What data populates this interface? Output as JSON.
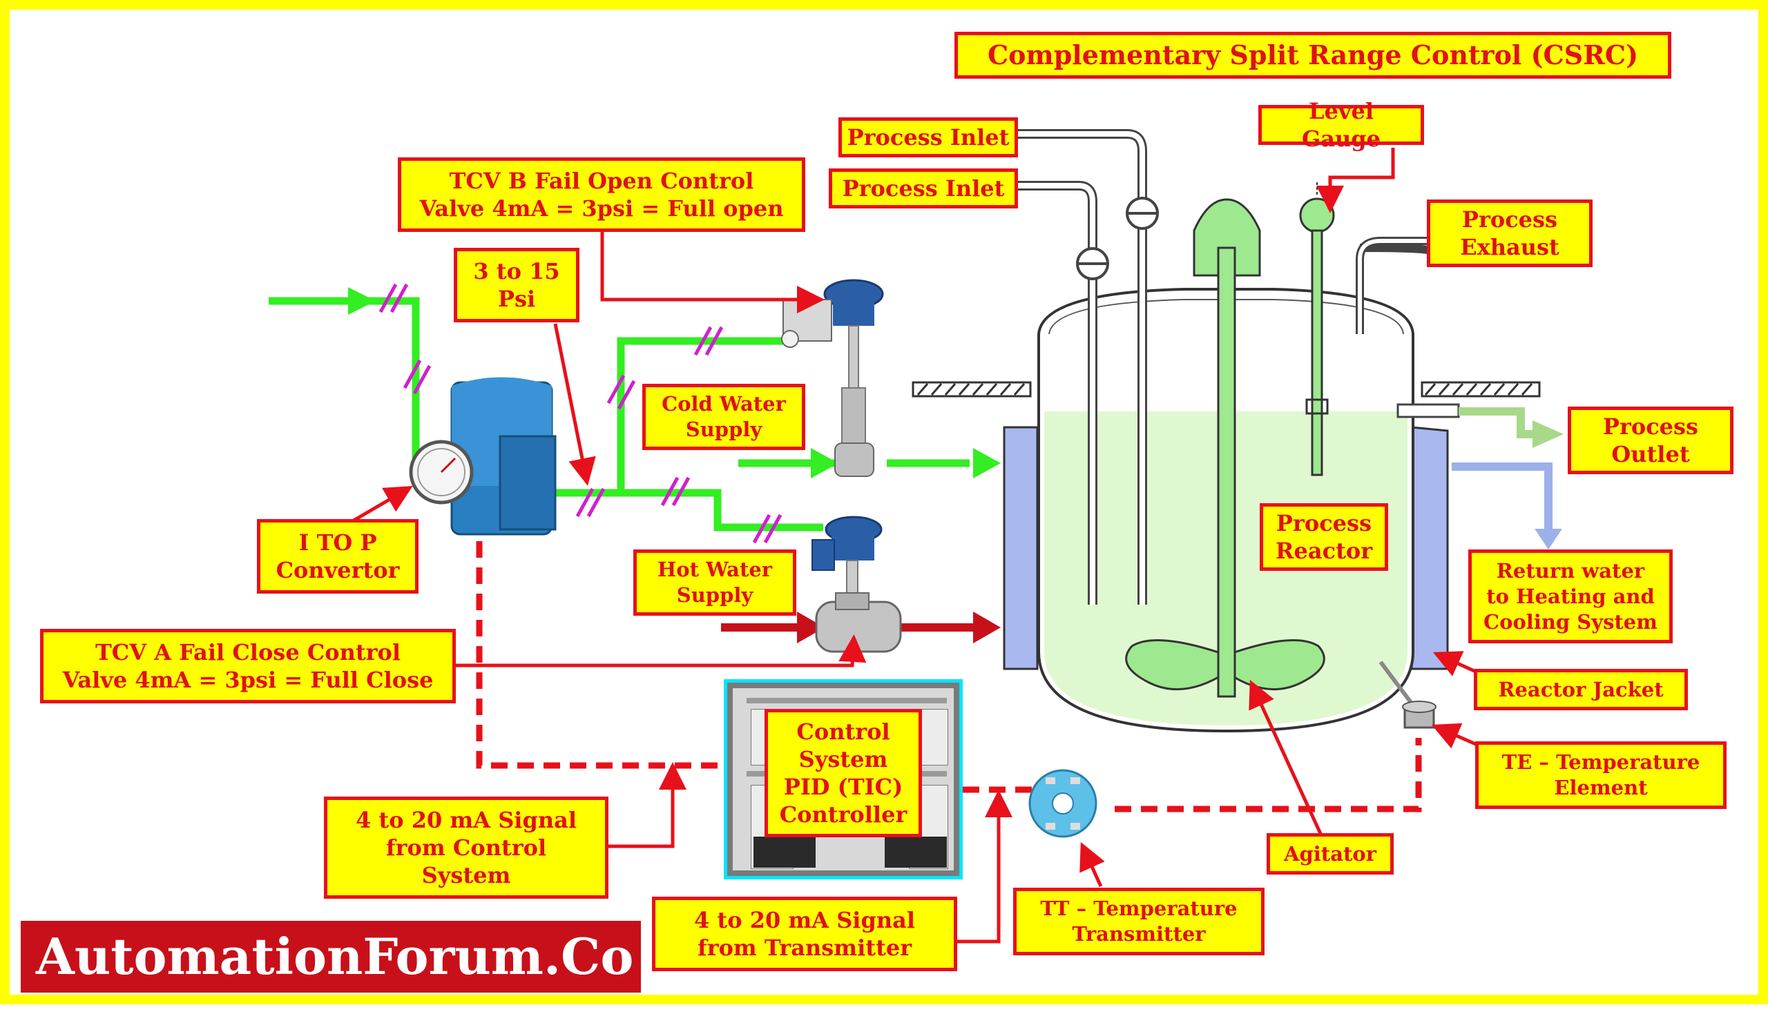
{
  "title": "Complementary Split Range Control (CSRC)",
  "labels": {
    "process_inlet_1": "Process Inlet",
    "process_inlet_2": "Process Inlet",
    "level_gauge": "Level Gauge",
    "process_exhaust": "Process\nExhaust",
    "tcv_b": "TCV B  Fail Open Control\nValve 4mA = 3psi = Full open",
    "psi_range": "3 to 15\nPsi",
    "cold_water": "Cold Water\nSupply",
    "hot_water": "Hot Water\nSupply",
    "process_outlet": "Process\nOutlet",
    "process_reactor": "Process\nReactor",
    "return_water": "Return water\nto Heating and\nCooling System",
    "reactor_jacket": "Reactor Jacket",
    "te": "TE – Temperature\nElement",
    "i_to_p": "I TO P\nConvertor",
    "tcv_a": "TCV A Fail Close Control\nValve 4mA = 3psi = Full Close",
    "control_system": "Control\nSystem\nPID (TIC)\nController",
    "signal_control": "4 to 20 mA Signal\nfrom Control\nSystem",
    "signal_transmitter": "4 to 20 mA Signal\nfrom Transmitter",
    "tt": "TT – Temperature\nTransmitter",
    "agitator": "Agitator"
  },
  "brand": "AutomationForum.Co",
  "colors": {
    "frame": "#ffff00",
    "label_fill": "#ffff00",
    "label_border": "#e8101a",
    "label_text": "#e0101a",
    "air_line": "#33ee22",
    "hot_water_line": "#c8101a",
    "signal_line": "#e8101a",
    "jacket": "#a9b8ef",
    "reactor_liquid": "#e0f8d0",
    "agitator": "#9ee890",
    "air_tick": "#d020d0",
    "brand_bg": "#c8101a"
  }
}
